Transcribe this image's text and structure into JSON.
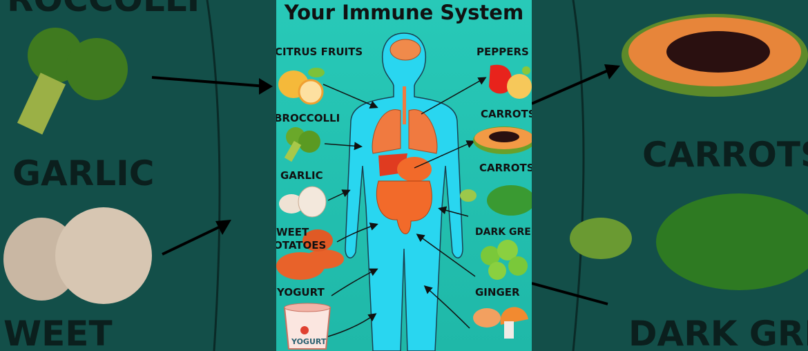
{
  "title": "Your Immune System",
  "left_labels": [
    "CITRUS FRUITS",
    "BROCCOLLI",
    "GARLIC",
    "WEET",
    "OTATOES",
    "YOGURT"
  ],
  "right_labels": [
    "PEPPERS",
    "CARROTS",
    "CARROTS",
    "DARK GREE",
    "GINGER"
  ],
  "yogurt_cup_text": "YOGURT",
  "bg_left": [
    "ROCCOLLI",
    "GARLIC",
    "WEET"
  ],
  "bg_right": [
    "CARROTS",
    "DARK GREE"
  ]
}
